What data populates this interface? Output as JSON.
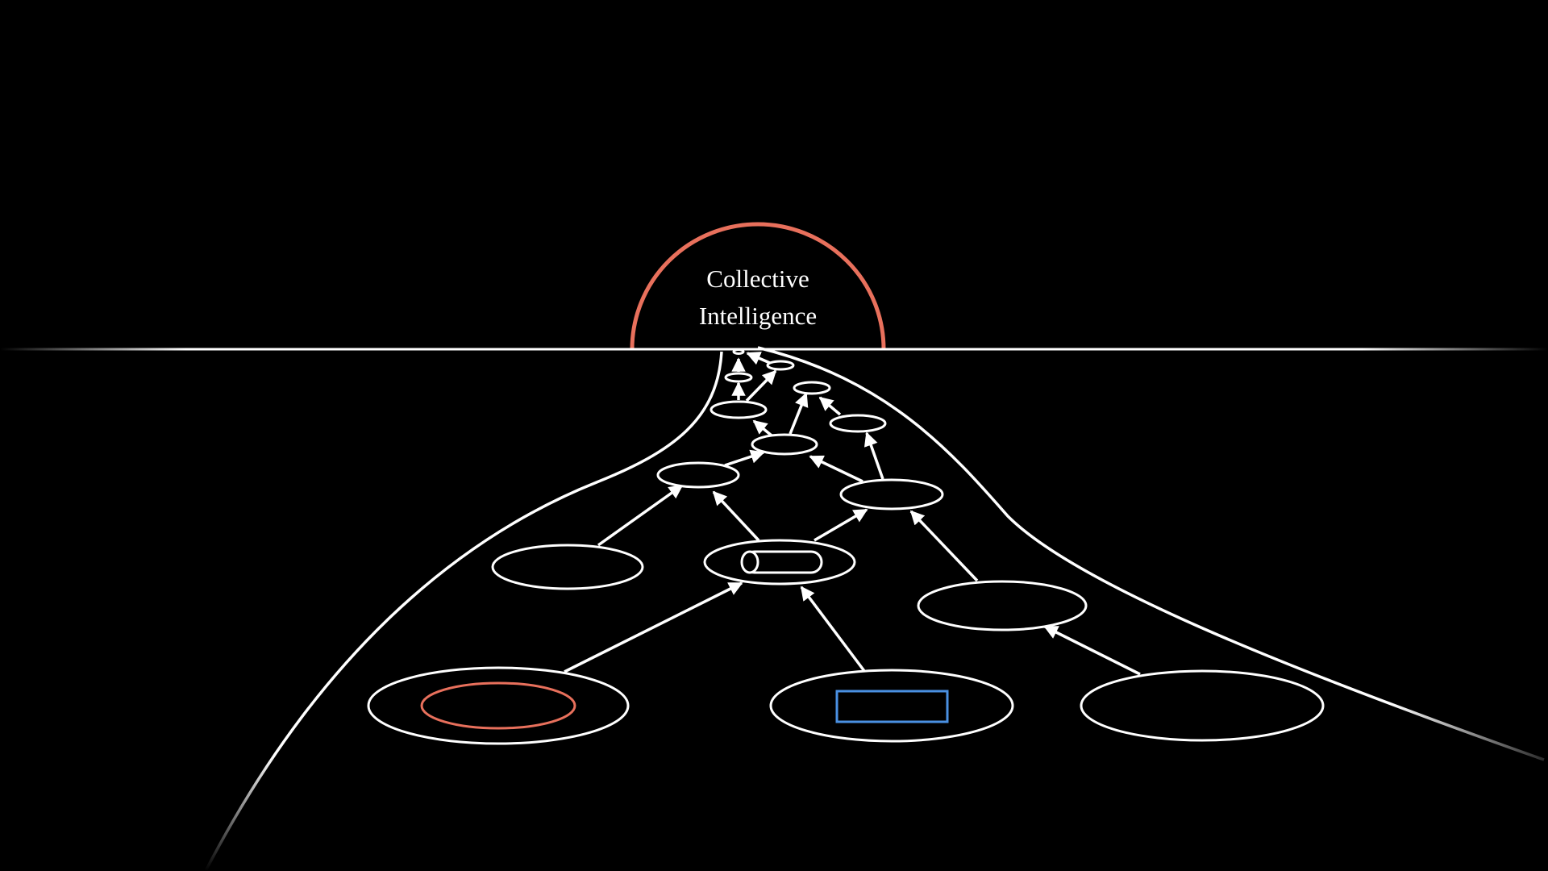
{
  "diagram": {
    "title_line1": "Collective",
    "title_line2": "Intelligence"
  },
  "colors": {
    "background": "#000000",
    "stroke": "#ffffff",
    "dome": "#e8705c",
    "inner_red": "#e8705c",
    "inner_blue": "#4a90e2"
  },
  "icons": {
    "central_node_inner": "cylinder-icon",
    "bottom_left_inner": "ellipse-ring",
    "bottom_center_inner": "rectangle"
  }
}
